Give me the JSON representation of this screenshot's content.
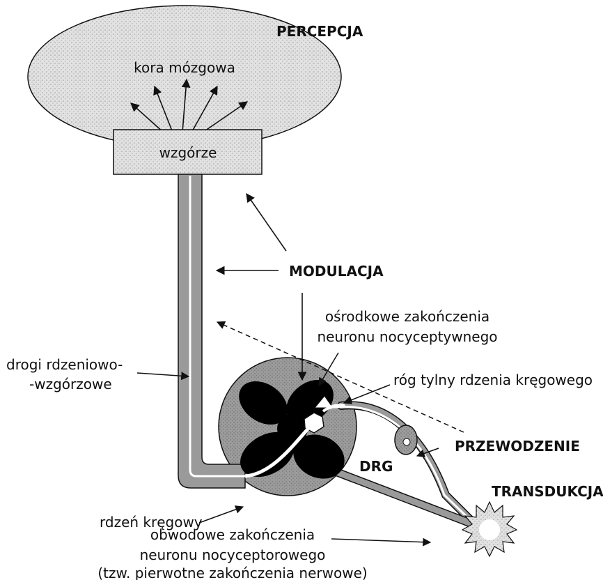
{
  "processes": {
    "perception": "PERCEPCJA",
    "modulation": "MODULACJA",
    "transmission": "PRZEWODZENIE",
    "transduction": "TRANSDUKCJA"
  },
  "structures": {
    "cortex": "kora mózgowa",
    "thalamus": "wzgórze",
    "dorsal_root_ganglion": "DRG"
  },
  "labels": {
    "central_endings_line1": "ośrodkowe zakończenia",
    "central_endings_line2": "neuronu nocyceptywnego",
    "dorsal_horn": "róg tylny rdzenia kręgowego",
    "spinothalamic_line1": "drogi rdzeniowo-",
    "spinothalamic_line2": "-wzgórzowe",
    "spinal_cord": "rdzeń kręgowy",
    "peripheral_line1": "obwodowe zakończenia",
    "peripheral_line2": "neuronu nocyceptorowego",
    "peripheral_line3": "(tzw. pierwotne zakończenia nerwowe)"
  },
  "colors": {
    "stipple": "#d9d9d9",
    "cord": "#9a9a9a",
    "gray_matter": "#000000",
    "line": "#111111"
  }
}
